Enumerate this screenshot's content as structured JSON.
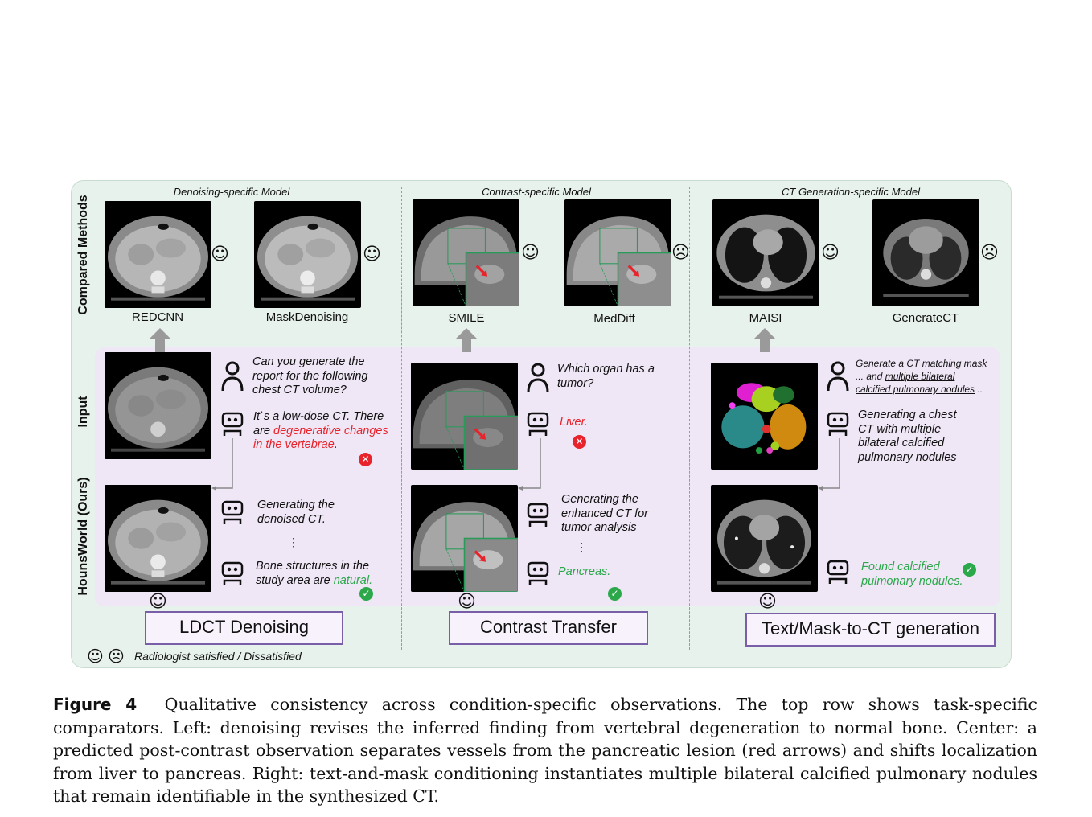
{
  "sections": {
    "left_title": "Denoising-specific Model",
    "center_title": "Contrast-specific Model",
    "right_title": "CT Generation-specific Model"
  },
  "row_labels": {
    "compared": "Compared Methods",
    "input": "Input",
    "ours": "HounsWorld (Ours)"
  },
  "methods": {
    "redcnn": "REDCNN",
    "maskdenoising": "MaskDenoising",
    "smile": "SMILE",
    "meddiff": "MedDiff",
    "maisi": "MAISI",
    "generatect": "GenerateCT"
  },
  "chat_left": {
    "user": "Can you generate the report for the following chest CT volume?",
    "bot1_pre": "It`s a low-dose CT. There are ",
    "bot1_red": "degenerative changes in the vertebrae",
    "bot1_post": ".",
    "bot2": "Generating the denoised CT.",
    "dots": "⋮",
    "bot3_pre": "Bone structures in the study area are ",
    "bot3_green": "natural."
  },
  "chat_center": {
    "user": "Which organ has a tumor?",
    "bot1_red": "Liver.",
    "bot2": "Generating the enhanced CT for tumor analysis",
    "dots": "⋮",
    "bot3_green": "Pancreas."
  },
  "chat_right": {
    "user_pre": "Generate a CT matching mask ... and ",
    "user_underline": "multiple bilateral calcified pulmonary nodules",
    "user_post": " ..",
    "bot1": "Generating a chest CT with multiple bilateral calcified pulmonary nodules",
    "bot2_green": "Found calcified pulmonary nodules."
  },
  "tasks": {
    "left": "LDCT Denoising",
    "center": "Contrast Transfer",
    "right": "Text/Mask-to-CT generation"
  },
  "legend": "Radiologist satisfied / Dissatisfied",
  "caption": {
    "label": "Figure 4",
    "text": "Qualitative consistency across condition-specific observations. The top row shows task-specific comparators. Left: denoising revises the inferred finding from vertebral degeneration to normal bone. Center: a predicted post-contrast observation separates vessels from the pancreatic lesion (red arrows) and shifts localization from liver to pancreas. Right: text-and-mask conditioning instantiates multiple bilateral calcified pulmonary nodules that remain identifiable in the synthesized CT."
  },
  "colors": {
    "panel_bg": "#e8f2ec",
    "highlight_bg": "#efe6f6",
    "task_border": "#7b5ea8",
    "error_red": "#e8232b",
    "ok_green": "#2aa84a"
  },
  "icons": {
    "satisfied": "smiley-face-icon",
    "dissatisfied": "frown-face-icon",
    "user": "user-icon",
    "bot": "robot-icon"
  }
}
